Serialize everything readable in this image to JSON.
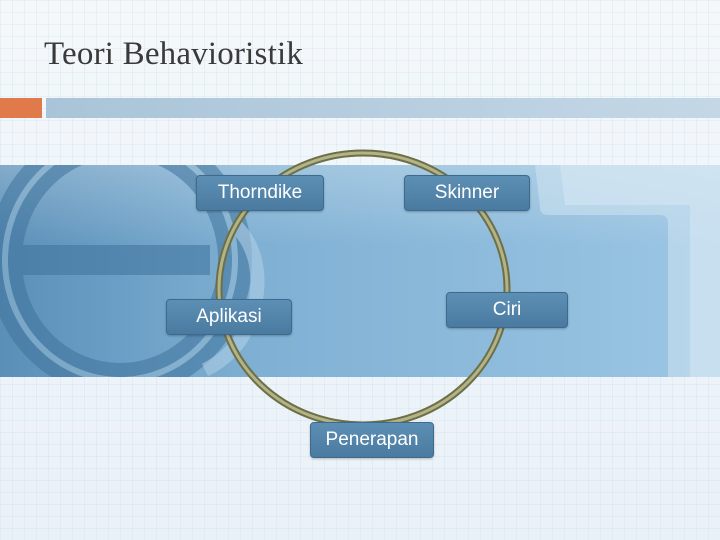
{
  "slide": {
    "title": "Teori Behavioristik"
  },
  "colors": {
    "accent_orange": "#e07a4a",
    "accent_blue": "#b6cde0",
    "node_fill": "#4f80a6",
    "cycle_stroke": "#8a8a55"
  },
  "diagram": {
    "type": "cycle",
    "nodes": [
      {
        "id": "thorndike",
        "label": "Thorndike"
      },
      {
        "id": "skinner",
        "label": "Skinner"
      },
      {
        "id": "ciri",
        "label": "Ciri"
      },
      {
        "id": "penerapan",
        "label": "Penerapan"
      },
      {
        "id": "aplikasi",
        "label": "Aplikasi"
      }
    ],
    "edges": [
      {
        "from": "thorndike",
        "to": "skinner"
      },
      {
        "from": "skinner",
        "to": "ciri"
      },
      {
        "from": "ciri",
        "to": "penerapan"
      },
      {
        "from": "penerapan",
        "to": "aplikasi"
      },
      {
        "from": "aplikasi",
        "to": "thorndike"
      }
    ]
  },
  "icons": {
    "background_emblem": "e-logo-icon",
    "arrowhead": "play-arrow-icon"
  }
}
